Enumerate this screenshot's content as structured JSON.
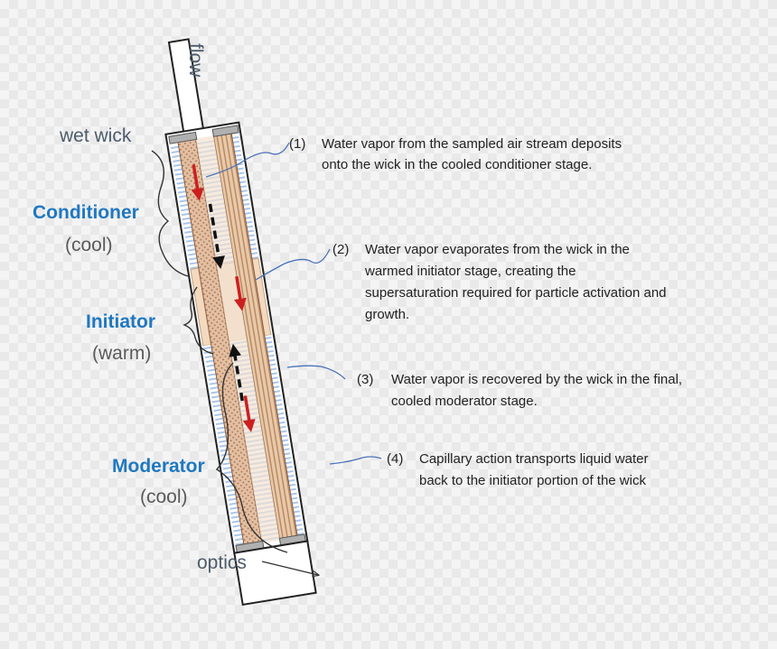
{
  "labels": {
    "flow": "flow",
    "wet_wick": "wet wick",
    "optics": "optics"
  },
  "stages": [
    {
      "name": "Conditioner",
      "temp": "(cool)"
    },
    {
      "name": "Initiator",
      "temp": "(warm)"
    },
    {
      "name": "Moderator",
      "temp": "(cool)"
    }
  ],
  "notes": [
    {
      "num": "(1)",
      "lines": [
        "Water vapor from the sampled air stream deposits",
        "onto the wick in the cooled conditioner stage."
      ]
    },
    {
      "num": "(2)",
      "lines": [
        "Water vapor evaporates from the wick in the",
        "warmed initiator stage, creating the",
        "supersaturation required for particle activation and",
        "growth."
      ]
    },
    {
      "num": "(3)",
      "lines": [
        "Water vapor is recovered by the wick in the final,",
        "cooled moderator stage."
      ]
    },
    {
      "num": "(4)",
      "lines": [
        "Capillary action transports liquid water",
        "back to the initiator portion of the wick"
      ]
    }
  ],
  "colors": {
    "stage_label": "#1f78c1",
    "cool_stripes": "#a9c6ea",
    "warm_block": "#f2d9bf",
    "wick": "#dcb192",
    "arrow_red": "#cc1f1f",
    "arrow_black": "#111111"
  }
}
